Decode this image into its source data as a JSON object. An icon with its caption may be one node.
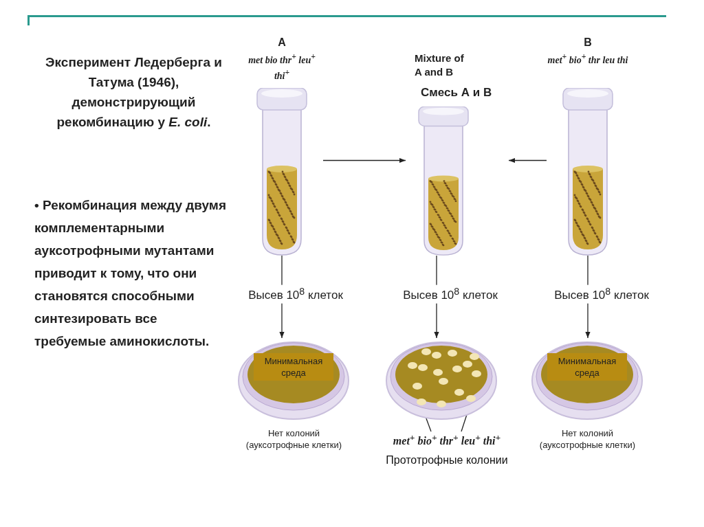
{
  "diagram": {
    "title": "Эксперимент Ледерберга и Татума (1946), демонстрирующий рекомбинацию у *E. coli*.",
    "nodes": [
      {
        "text": [
          "A",
          "met bio thr$^{+}$ leu$^{+}$ thi$^{+}$"
        ]
      },
      {
        "text": [
          "Mixture of A and B",
          "Смесь А и В"
        ]
      },
      {
        "text": [
          "B",
          "met$^{+}$ bio$^{+}$ thr leu thi"
        ]
      },
      {
        "text": [
          "Минимальная среда"
        ],
        "beside": [
          "Нет колоний (ауксотрофные клетки)"
        ]
      },
      {
        "text": [],
        "shape": "picture"
      },
      {
        "text": [],
        "shape": "circle",
        "in": 4
      },
      {
        "text": [],
        "shape": "circle",
        "in": 4
      },
      {
        "text": [
          "met$^{+}$ bio$^{+}$ thr$^{+}$ leu$^{+}$ thi$^{+}$"
        ]
      },
      {
        "text": [
          "Минимальная среда"
        ],
        "beside": [
          "Нет колоний (ауксотрофные клетки)"
        ]
      }
    ],
    "edges": [
      {
        "from": 0,
        "to": 1,
        "arrow": "to"
      },
      {
        "from": 2,
        "to": 1,
        "arrow": "to"
      },
      {
        "from": 0,
        "to": 3,
        "arrow": "to",
        "label": "Высев 10$^{8}$ клеток"
      },
      {
        "from": 1,
        "to": 4,
        "arrow": "to",
        "label": "Высев 10$^{8}$ клеток"
      },
      {
        "from": 2,
        "to": 8,
        "arrow": "to",
        "label": "Высев 10$^{8}$ клеток"
      },
      {
        "from": 7,
        "to": 5,
        "arrow": "none"
      },
      {
        "from": 7,
        "to": 6,
        "arrow": "none"
      }
    ],
    "labels": [
      "• Рекомбинация между двумя комплементарными ауксотрофными мутантами приводит к тому, что они становятся способными синтезировать все требуемые аминокислоты.",
      "Прототрофные колонии"
    ]
  }
}
